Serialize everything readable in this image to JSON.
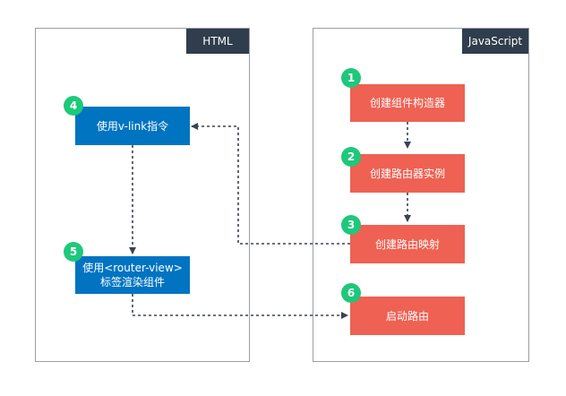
{
  "panels": {
    "html": {
      "tag": "HTML"
    },
    "js": {
      "tag": "JavaScript"
    }
  },
  "nodes": {
    "create_component_ctor": {
      "label": "创建组件构造器",
      "step": "1"
    },
    "create_router_instance": {
      "label": "创建路由器实例",
      "step": "2"
    },
    "create_route_map": {
      "label": "创建路由映射",
      "step": "3"
    },
    "use_v_link": {
      "label": "使用v-link指令",
      "step": "4"
    },
    "use_router_view_line1": "使用<router-view>",
    "use_router_view_line2": "标签渲染组件",
    "use_router_view_step": "5",
    "start_router": {
      "label": "启动路由",
      "step": "6"
    }
  },
  "colors": {
    "html_node": "#0074c1",
    "js_node": "#ee6153",
    "badge": "#1ec87a",
    "tag_bg": "#2f3d4c",
    "connector": "#3a4350"
  }
}
